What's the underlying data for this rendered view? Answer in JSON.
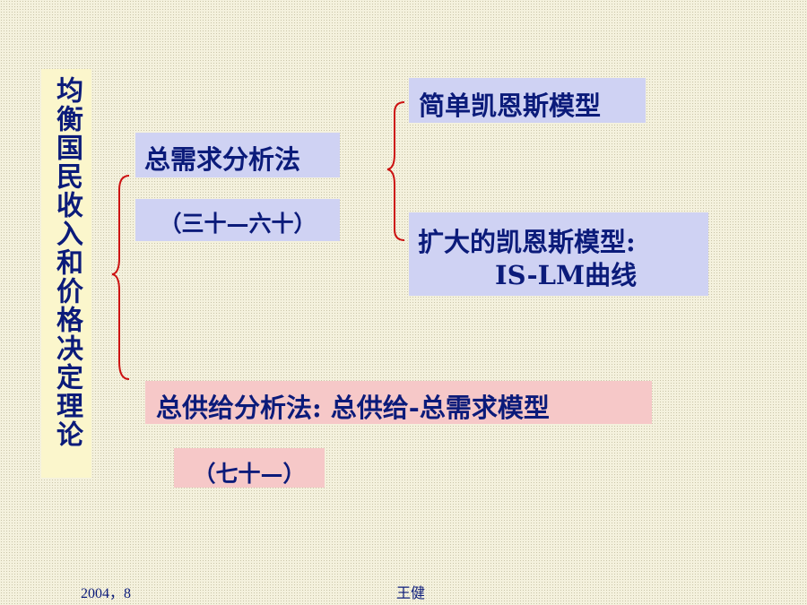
{
  "title_vertical": "均衡国民收入和价格决定理论",
  "demand_method": "总需求分析法",
  "demand_chapters": "（三十—六十）",
  "simple_model": "简单凯恩斯模型",
  "extended_model_line1": "扩大的凯恩斯模型:",
  "extended_model_line2": "IS-LM曲线",
  "supply_method": "总供给分析法: 总供给-总需求模型",
  "supply_chapters": "（七十—）",
  "footer": {
    "date": "2004，8",
    "author": "王健"
  },
  "colors": {
    "text": "#0b1b7a",
    "brace": "#cc1111",
    "title_bg": "#fbf6cc",
    "lavender_bg": "#cfd2f3",
    "pink_bg": "#f6c8c8"
  }
}
